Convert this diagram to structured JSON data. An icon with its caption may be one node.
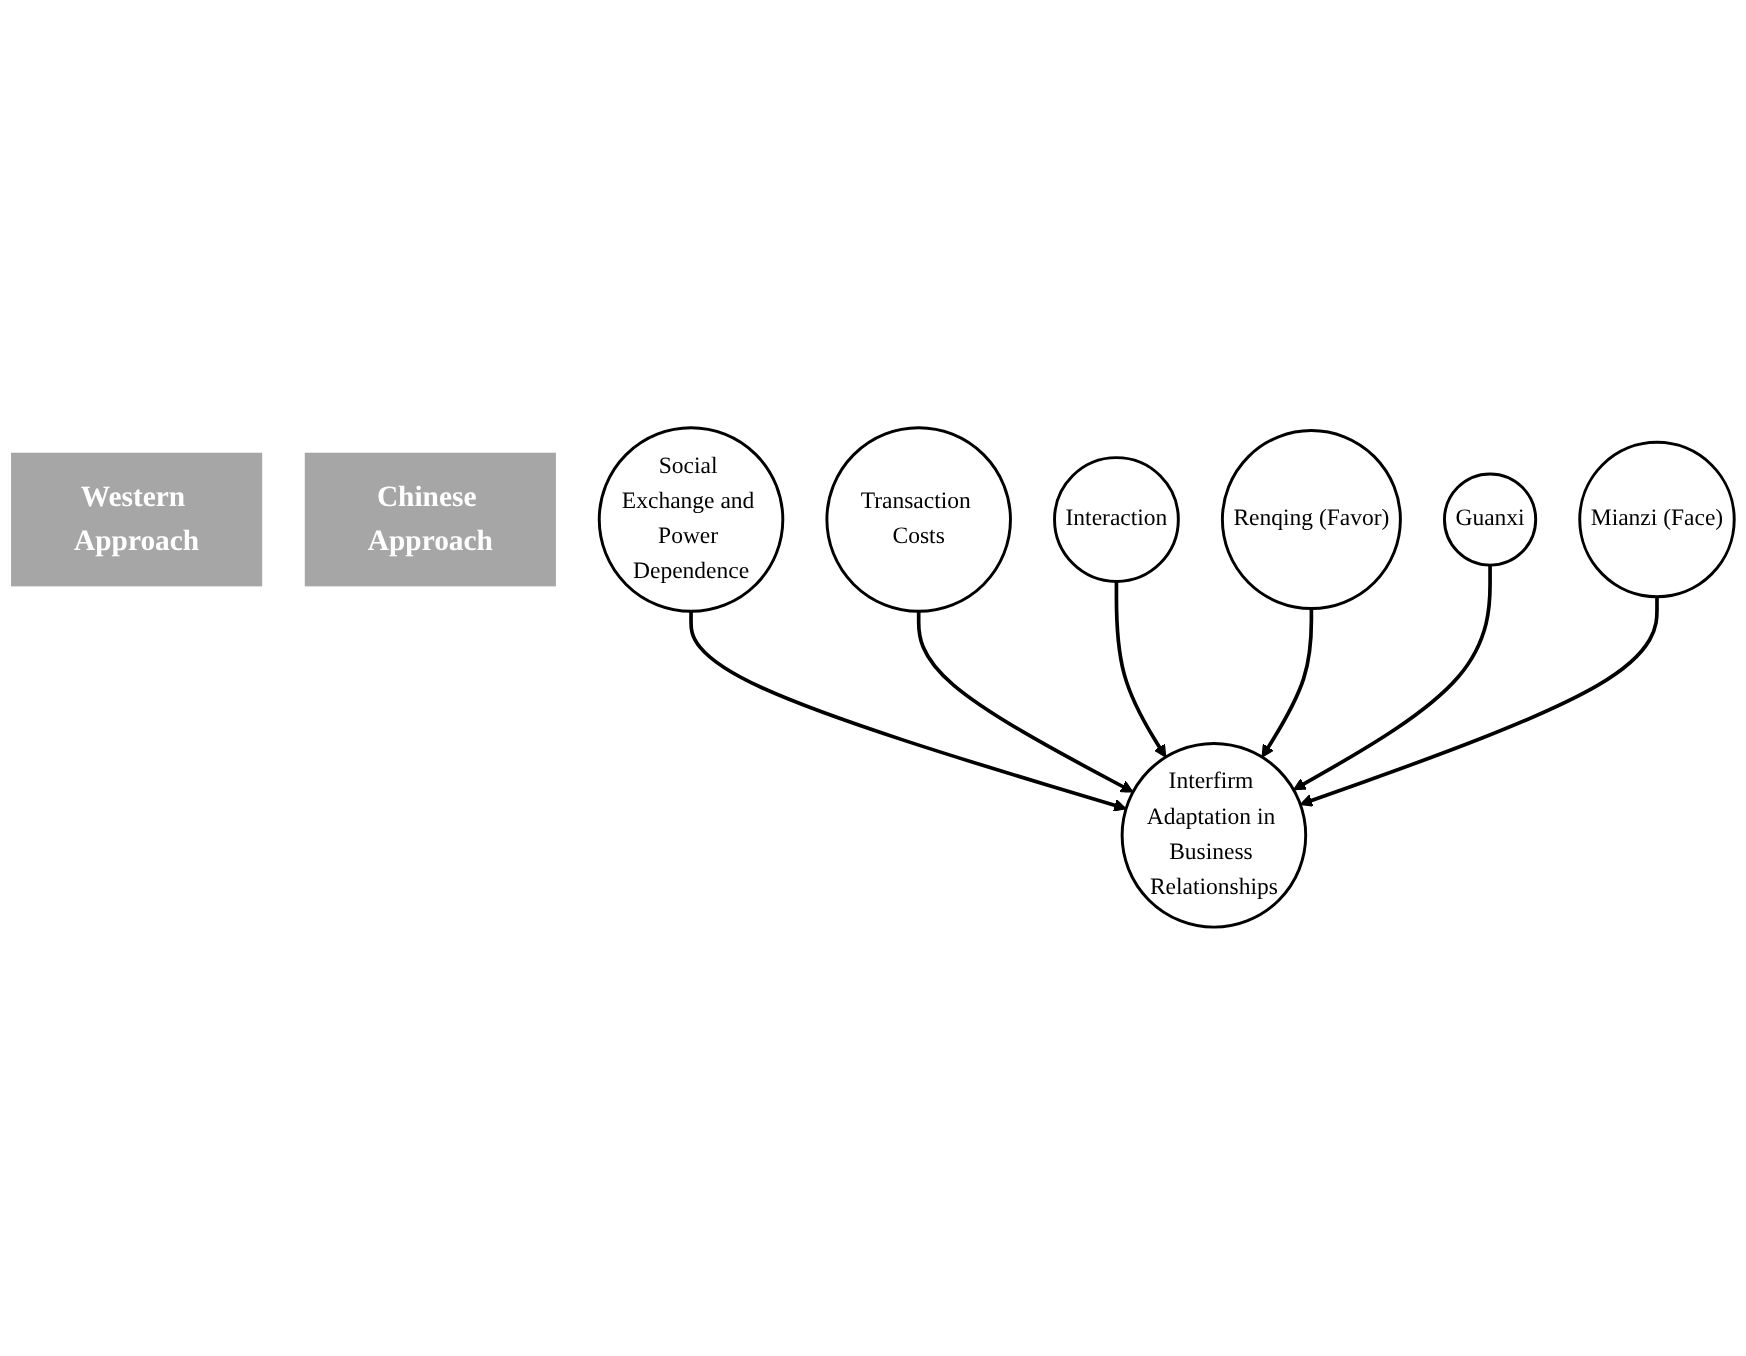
{
  "diagram": {
    "nodes": [
      {
        "text": [
          "Western Approach"
        ]
      },
      {
        "text": [
          "Chinese Approach"
        ]
      },
      {
        "text": [
          "Social Exchange and Power Dependence"
        ]
      },
      {
        "text": [
          "Transaction Costs"
        ]
      },
      {
        "text": [
          "Interaction"
        ]
      },
      {
        "text": [
          "Interfirm Adaptation in Business Relationships"
        ]
      },
      {
        "text": [
          "Renqing (Favor)"
        ]
      },
      {
        "text": [
          "Guanxi"
        ]
      },
      {
        "text": [
          "Mianzi (Face)"
        ]
      }
    ],
    "edges": [
      {
        "from": 2,
        "to": 5,
        "arrow": "to"
      },
      {
        "from": 3,
        "to": 5,
        "arrow": "to"
      },
      {
        "from": 4,
        "to": 5,
        "arrow": "to"
      },
      {
        "from": 6,
        "to": 5,
        "arrow": "to"
      },
      {
        "from": 7,
        "to": 5,
        "arrow": "to"
      },
      {
        "from": 8,
        "to": 5,
        "arrow": "to"
      }
    ]
  }
}
